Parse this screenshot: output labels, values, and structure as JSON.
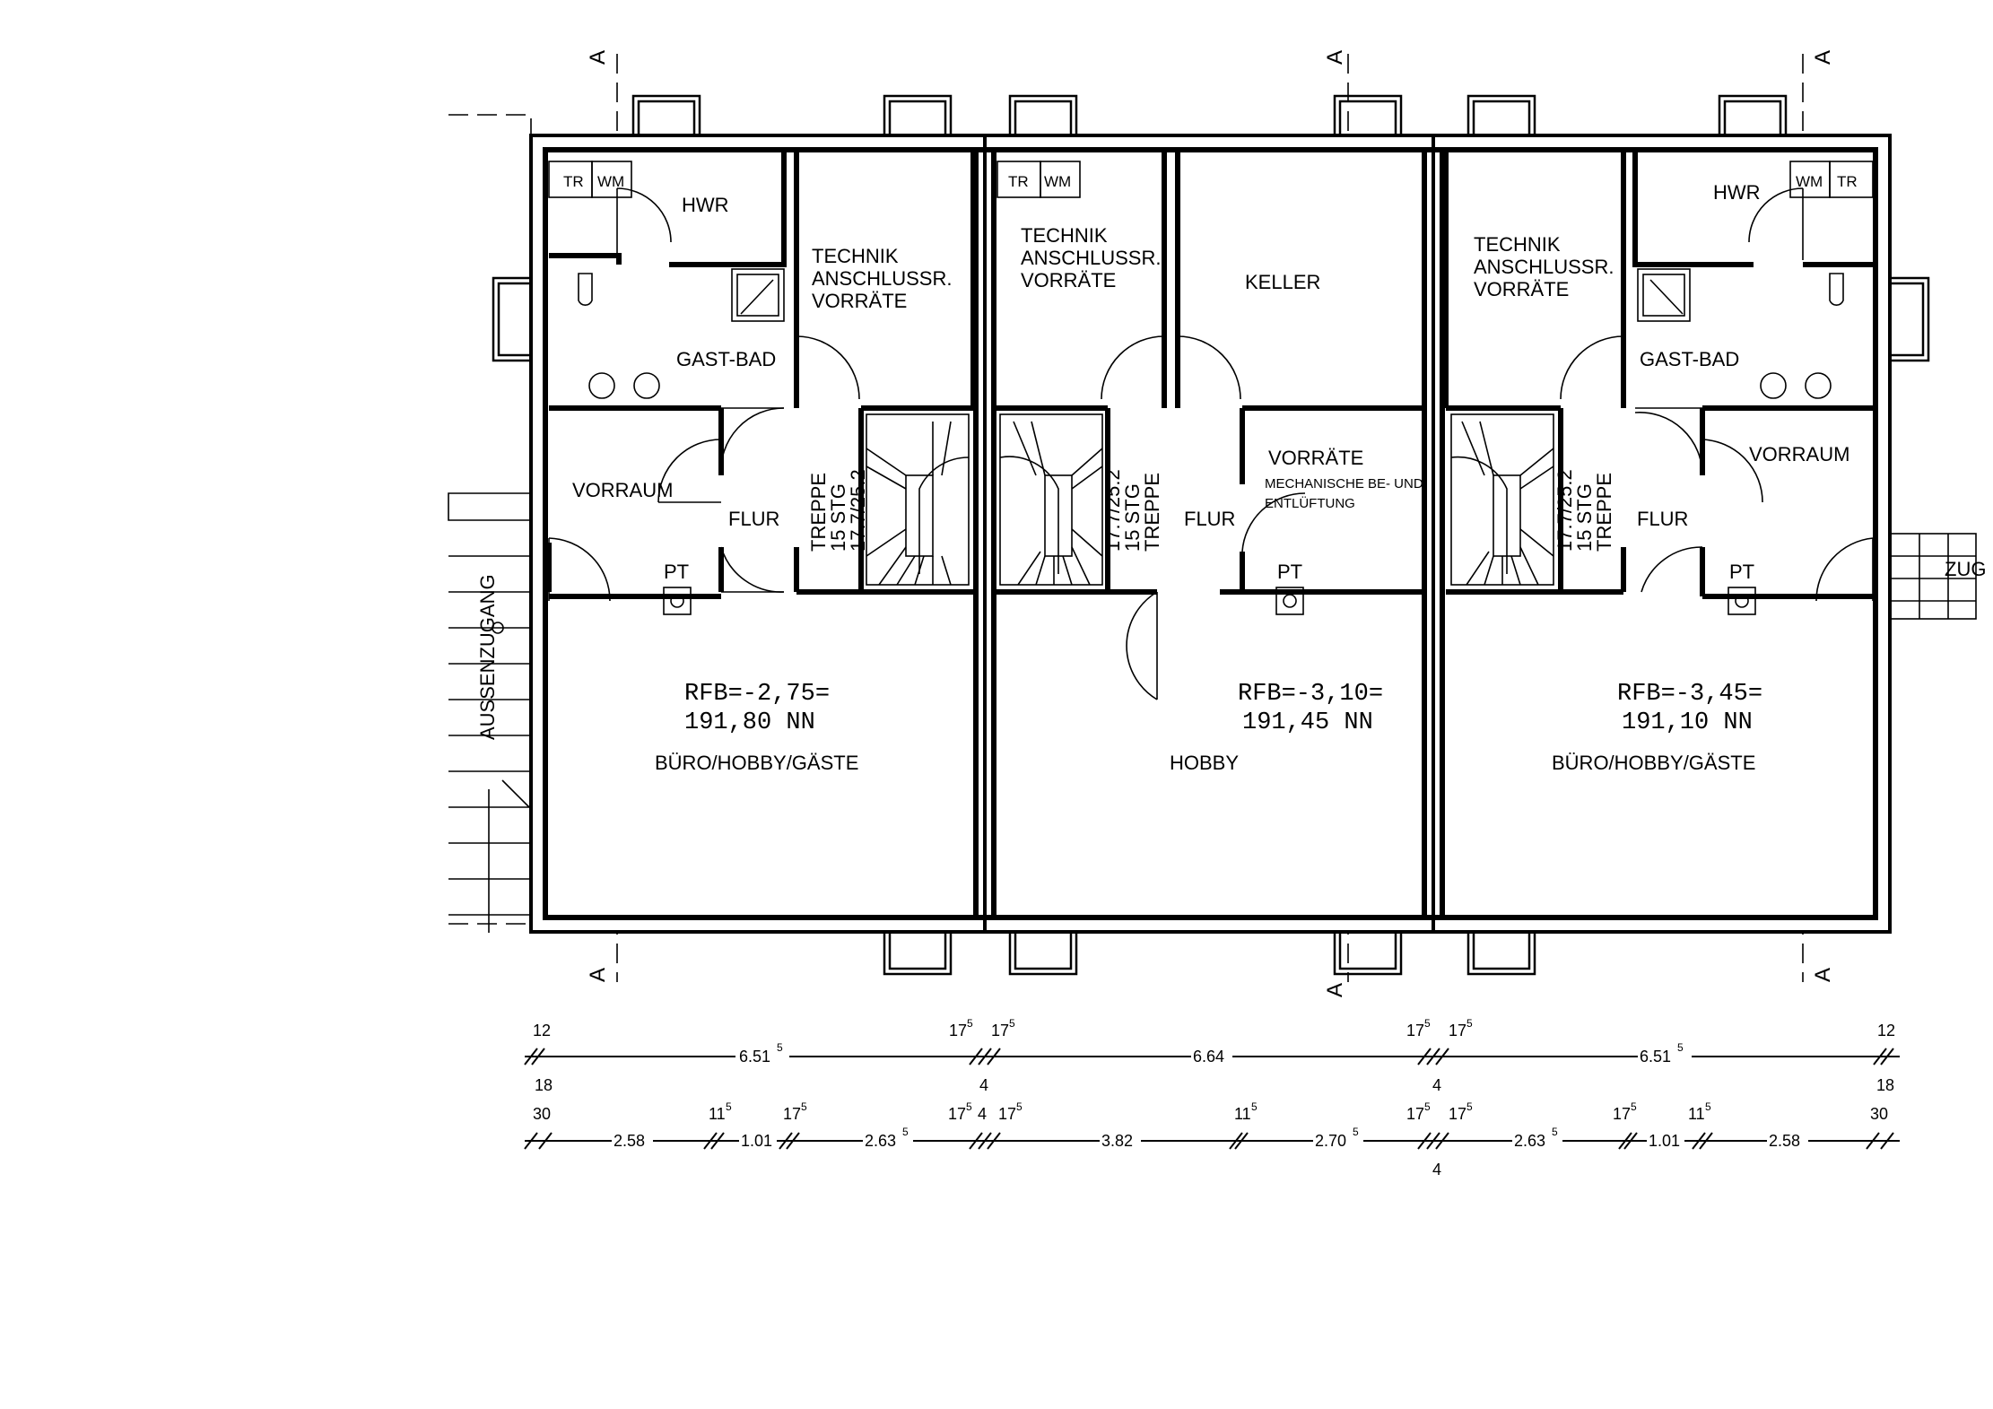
{
  "rooms": {
    "left": {
      "tr": "TR",
      "wm": "WM",
      "hwr": "HWR",
      "technik": [
        "TECHNIK",
        "ANSCHLUSSR.",
        "VORRÄTE"
      ],
      "gast_bad": "GAST-BAD",
      "vorraum": "VORRAUM",
      "flur": "FLUR",
      "treppe": [
        "TREPPE",
        "15 STG",
        "17.7/25.2"
      ],
      "pt": "PT",
      "rfb": [
        "RFB=-2,75=",
        "191,80 NN"
      ],
      "main": "BÜRO/HOBBY/GÄSTE"
    },
    "middle": {
      "tr": "TR",
      "wm": "WM",
      "technik": [
        "TECHNIK",
        "ANSCHLUSSR.",
        "VORRÄTE"
      ],
      "keller": "KELLER",
      "treppe": [
        "17.7/25.2",
        "15 STG",
        "TREPPE"
      ],
      "vorraete": "VORRÄTE",
      "lueftung": [
        "MECHANISCHE BE- UND",
        "ENTLÜFTUNG"
      ],
      "flur": "FLUR",
      "pt": "PT",
      "rfb": [
        "RFB=-3,10=",
        "191,45 NN"
      ],
      "main": "HOBBY"
    },
    "right": {
      "tr": "TR",
      "wm": "WM",
      "hwr": "HWR",
      "technik": [
        "TECHNIK",
        "ANSCHLUSSR.",
        "VORRÄTE"
      ],
      "gast_bad": "GAST-BAD",
      "vorraum": "VORRAUM",
      "flur": "FLUR",
      "treppe": [
        "17.7/25.2",
        "15 STG",
        "TREPPE"
      ],
      "pt": "PT",
      "rfb": [
        "RFB=-3,45=",
        "191,10 NN"
      ],
      "main": "BÜRO/HOBBY/GÄSTE"
    }
  },
  "exterior": {
    "aussenzugang": "AUSSENZUGANG",
    "zugang": "ZUG",
    "section_marker": "A"
  },
  "dimensions": {
    "row1": {
      "top": [
        {
          "t": "12",
          "s": ""
        },
        {
          "t": "17",
          "s": "5"
        },
        {
          "t": "17",
          "s": "5"
        },
        {
          "t": "17",
          "s": "5"
        },
        {
          "t": "17",
          "s": "5"
        },
        {
          "t": "12",
          "s": ""
        }
      ],
      "line": [
        {
          "t": "6.51",
          "s": "5"
        },
        {
          "t": "6.64",
          "s": ""
        },
        {
          "t": "6.51",
          "s": "5"
        }
      ],
      "bottom": [
        {
          "t": "18",
          "s": ""
        },
        {
          "t": "4",
          "s": ""
        },
        {
          "t": "4",
          "s": ""
        },
        {
          "t": "18",
          "s": ""
        }
      ]
    },
    "row2": {
      "top": [
        {
          "t": "30",
          "s": ""
        },
        {
          "t": "11",
          "s": "5"
        },
        {
          "t": "17",
          "s": "5"
        },
        {
          "t": "17",
          "s": "5"
        },
        {
          "t": "4",
          "s": ""
        },
        {
          "t": "17",
          "s": "5"
        },
        {
          "t": "11",
          "s": "5"
        },
        {
          "t": "17",
          "s": "5"
        },
        {
          "t": "17",
          "s": "5"
        },
        {
          "t": "17",
          "s": "5"
        },
        {
          "t": "11",
          "s": "5"
        },
        {
          "t": "30",
          "s": ""
        }
      ],
      "line": [
        {
          "t": "2.58",
          "s": ""
        },
        {
          "t": "1.01",
          "s": ""
        },
        {
          "t": "2.63",
          "s": "5"
        },
        {
          "t": "3.82",
          "s": ""
        },
        {
          "t": "2.70",
          "s": "5"
        },
        {
          "t": "2.63",
          "s": "5"
        },
        {
          "t": "1.01",
          "s": ""
        },
        {
          "t": "2.58",
          "s": ""
        }
      ],
      "bottom": [
        {
          "t": "4",
          "s": ""
        }
      ]
    }
  }
}
